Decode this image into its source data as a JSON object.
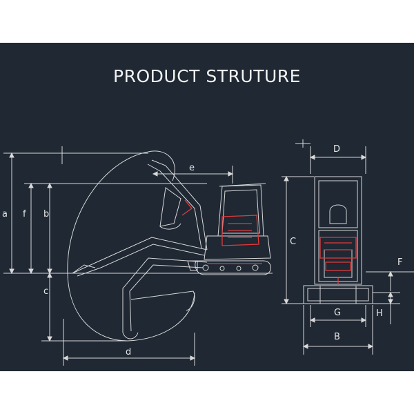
{
  "title": "PRODUCT STRUTURE",
  "side_view_labels": {
    "a": "a",
    "f": "f",
    "b": "b",
    "c": "c",
    "d": "d",
    "e": "e"
  },
  "front_view_labels": {
    "D": "D",
    "C": "C",
    "F": "F",
    "G": "G",
    "B": "B",
    "H": "H"
  },
  "colors": {
    "background": "#1f2833",
    "lines": "#d9d9d9",
    "accent": "#e23b3b",
    "title": "#f2f2f2"
  }
}
